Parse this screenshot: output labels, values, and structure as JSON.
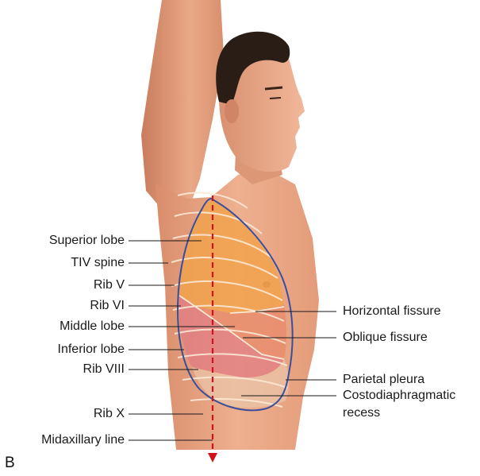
{
  "figure": {
    "panel_letter": "B",
    "labels_left": [
      "Superior lobe",
      "TIV spine",
      "Rib V",
      "Rib VI",
      "Middle lobe",
      "Inferior lobe",
      "Rib VIII",
      "Rib X",
      "Midaxillary line"
    ],
    "labels_right": [
      "Horizontal fissure",
      "Oblique fissure",
      "Parietal pleura",
      "Costodiaphragmatic",
      "recess"
    ]
  },
  "colors": {
    "superior_lobe": "#f2a24a",
    "middle_lobe": "#e88a6a",
    "inferior_lobe": "#e07a84",
    "pleura_line": "#3a4f9c",
    "midaxillary_line": "#d0121c",
    "skin": "#e8a684",
    "hair": "#2a1d16"
  }
}
